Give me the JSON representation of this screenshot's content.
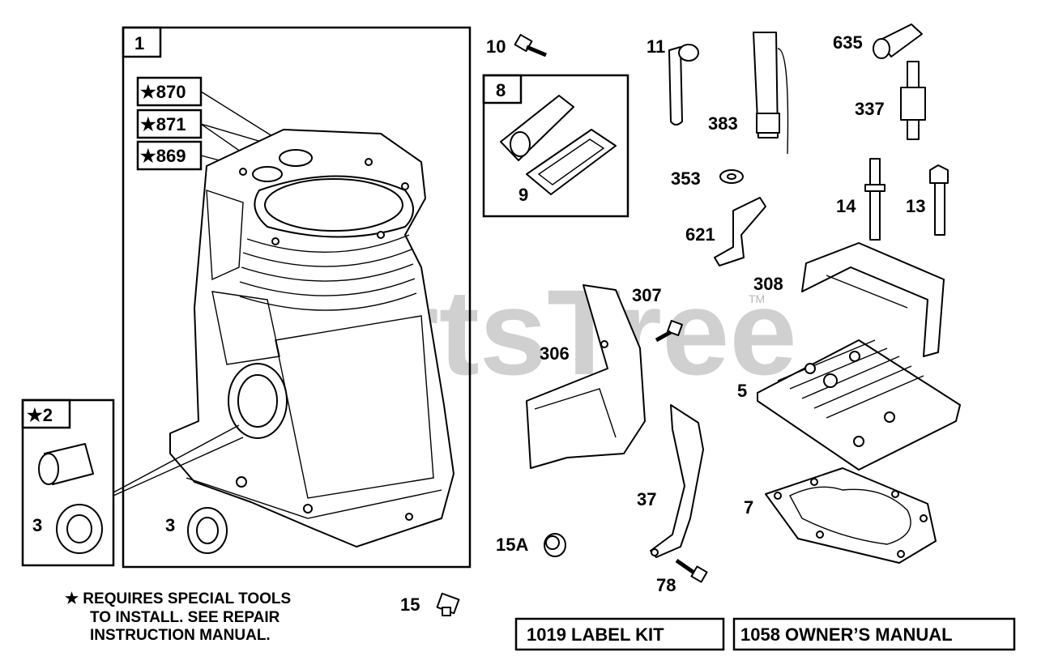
{
  "watermark": "PartsTree",
  "watermark_tm": "TM",
  "callouts": {
    "block": "1",
    "kit2": "★2",
    "p870": "★870",
    "p871": "★871",
    "p869": "★869",
    "p3a": "3",
    "p3b": "3",
    "p8": "8",
    "p9": "9",
    "p10": "10",
    "p11": "11",
    "p383": "383",
    "p635": "635",
    "p337": "337",
    "p353": "353",
    "p621": "621",
    "p14": "14",
    "p13": "13",
    "p308": "308",
    "p307": "307",
    "p306": "306",
    "p5": "5",
    "p37": "37",
    "p7": "7",
    "p15a": "15A",
    "p78": "78",
    "p15": "15"
  },
  "note": {
    "line1": "★ REQUIRES SPECIAL TOOLS",
    "line2": "TO INSTALL.  SEE REPAIR",
    "line3": "INSTRUCTION MANUAL."
  },
  "footer": {
    "label_kit": "1019 LABEL KIT",
    "owners_manual": "1058 OWNER’S MANUAL"
  }
}
